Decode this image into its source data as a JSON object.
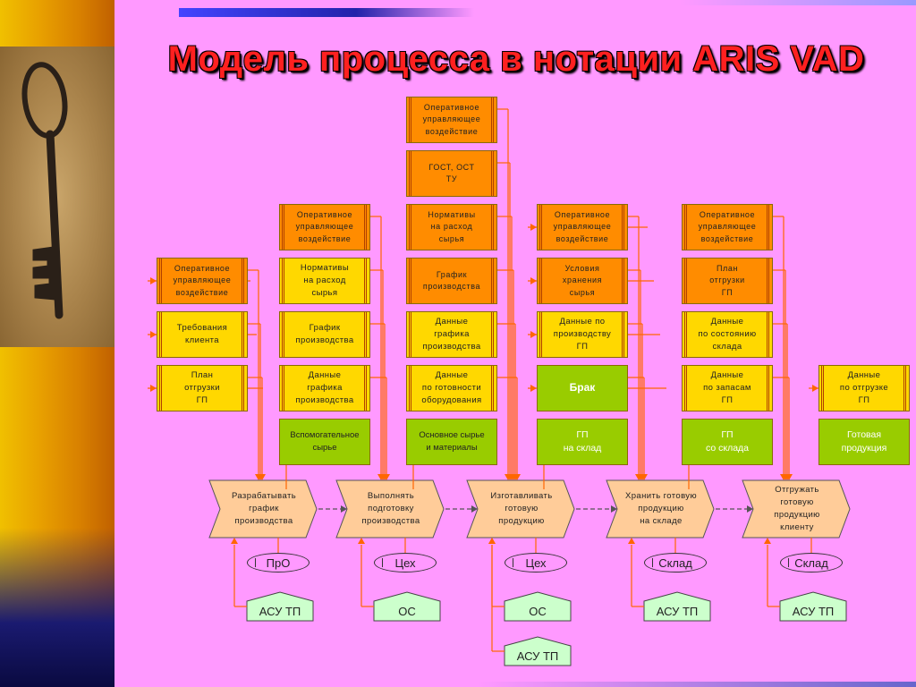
{
  "title": "Модель  процесса в нотации ARIS  VAD",
  "columns": [
    {
      "function": "Разрабатывать\nграфик\nпроизводства",
      "inputs": [
        {
          "text": "Оперативное\nуправляющее\nвоздействие",
          "style": "orange"
        },
        {
          "text": "Требования\nклиента",
          "style": "yellow"
        },
        {
          "text": "План\nотгрузки\nГП",
          "style": "yellow"
        }
      ],
      "output": null,
      "org_unit": "ПрО",
      "systems": [
        "АСУ ТП"
      ]
    },
    {
      "function": "Выполнять\nподготовку\nпроизводства",
      "inputs": [
        {
          "text": "Оперативное\nуправляющее\nвоздействие",
          "style": "orange"
        },
        {
          "text": "Нормативы\nна расход\nсырья",
          "style": "yellow"
        },
        {
          "text": "График\nпроизводства",
          "style": "yellow"
        },
        {
          "text": "Данные\nграфика\nпроизводства",
          "style": "yellow"
        }
      ],
      "output": {
        "text": "Вспомогательное\nсырье",
        "style": "green"
      },
      "org_unit": "Цех",
      "systems": [
        "ОС"
      ]
    },
    {
      "function": "Изготавливать\nготовую\nпродукцию",
      "inputs": [
        {
          "text": "Оперативное\nуправляющее\nвоздействие",
          "style": "orange"
        },
        {
          "text": "ГОСТ, ОСТ\nТУ",
          "style": "orange"
        },
        {
          "text": "Нормативы\nна расход\nсырья",
          "style": "orange"
        },
        {
          "text": "График\nпроизводства",
          "style": "orange"
        },
        {
          "text": "Данные\nграфика\nпроизводства",
          "style": "yellow"
        },
        {
          "text": "Данные\nпо готовности\nоборудования",
          "style": "yellow"
        }
      ],
      "output": {
        "text": "Основное сырье\nи материалы",
        "style": "green"
      },
      "org_unit": "Цех",
      "systems": [
        "ОС",
        "АСУ ТП"
      ]
    },
    {
      "function": "Хранить готовую\nпродукцию\nна складе",
      "inputs": [
        {
          "text": "Оперативное\nуправляющее\nвоздействие",
          "style": "orange"
        },
        {
          "text": "Условия\nхранения\nсырья",
          "style": "orange"
        },
        {
          "text": "Данные по\nпроизводству\nГП",
          "style": "yellow"
        },
        {
          "text": "Брак",
          "style": "green-big"
        }
      ],
      "output": {
        "text": "ГП\nна склад",
        "style": "green-white"
      },
      "org_unit": "Склад",
      "systems": [
        "АСУ ТП"
      ]
    },
    {
      "function": "Отгружать\nготовую\nпродукцию\nклиенту",
      "inputs": [
        {
          "text": "Оперативное\nуправляющее\nвоздействие",
          "style": "orange"
        },
        {
          "text": "План\nотгрузки\nГП",
          "style": "orange"
        },
        {
          "text": "Данные\nпо состоянию\nсклада",
          "style": "yellow"
        },
        {
          "text": "Данные\nпо запасам\nГП",
          "style": "yellow"
        }
      ],
      "output": {
        "text": "ГП\nсо склада",
        "style": "green-white"
      },
      "org_unit": "Склад",
      "systems": [
        "АСУ ТП"
      ]
    },
    {
      "function": null,
      "inputs": [
        {
          "text": "Данные\nпо отгрузке\nГП",
          "style": "yellow"
        }
      ],
      "output": {
        "text": "Готовая\nпродукция",
        "style": "green-white"
      },
      "org_unit": null,
      "systems": []
    }
  ],
  "colors": {
    "background": "#ff99ff",
    "orange": "#ff8c00",
    "yellow": "#ffd800",
    "green": "#99cc00",
    "function": "#ffcc99",
    "system": "#ccffcc",
    "connector": "#ff6600",
    "title": "#ff2020"
  }
}
